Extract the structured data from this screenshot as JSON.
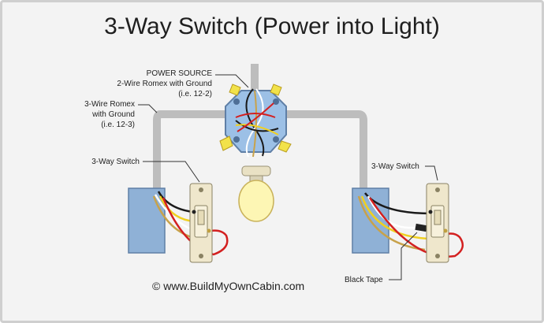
{
  "title": "3-Way Switch (Power into Light)",
  "labels": {
    "power_source": "POWER SOURCE",
    "romex2": "2-Wire Romex with Ground",
    "romex2_ie": "(i.e. 12-2)",
    "romex3_line1": "3-Wire Romex",
    "romex3_line2": "with Ground",
    "romex3_ie": "(i.e. 12-3)",
    "switch_left": "3-Way Switch",
    "switch_right": "3-Way Switch",
    "black_tape": "Black Tape"
  },
  "copyright": "© www.BuildMyOwnCabin.com",
  "colors": {
    "background": "#f3f3f3",
    "conduit": "#c8c8c8",
    "box": "#8fb1d6",
    "hot_black": "#1a1a1a",
    "neutral_white": "#ffffff",
    "traveler_red": "#d32020",
    "ground": "#c8a24a",
    "traveler_yellow": "#f0d020",
    "wire_nut": "#f2e24a",
    "bulb": "#fdf6b4"
  }
}
